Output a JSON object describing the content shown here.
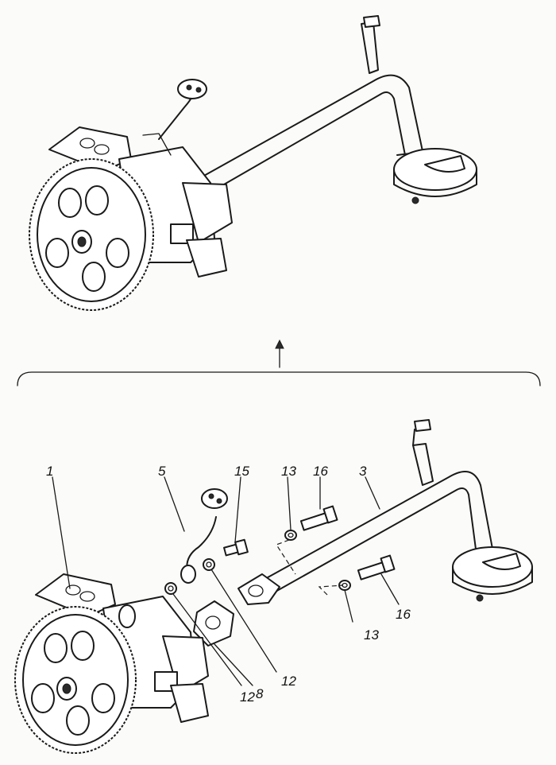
{
  "callouts": {
    "c1": "1",
    "c5": "5",
    "c15": "15",
    "c13a": "13",
    "c16a": "16",
    "c3": "3",
    "c12a": "12",
    "c12b": "12",
    "c8": "8",
    "c13b": "13",
    "c16b": "16"
  }
}
